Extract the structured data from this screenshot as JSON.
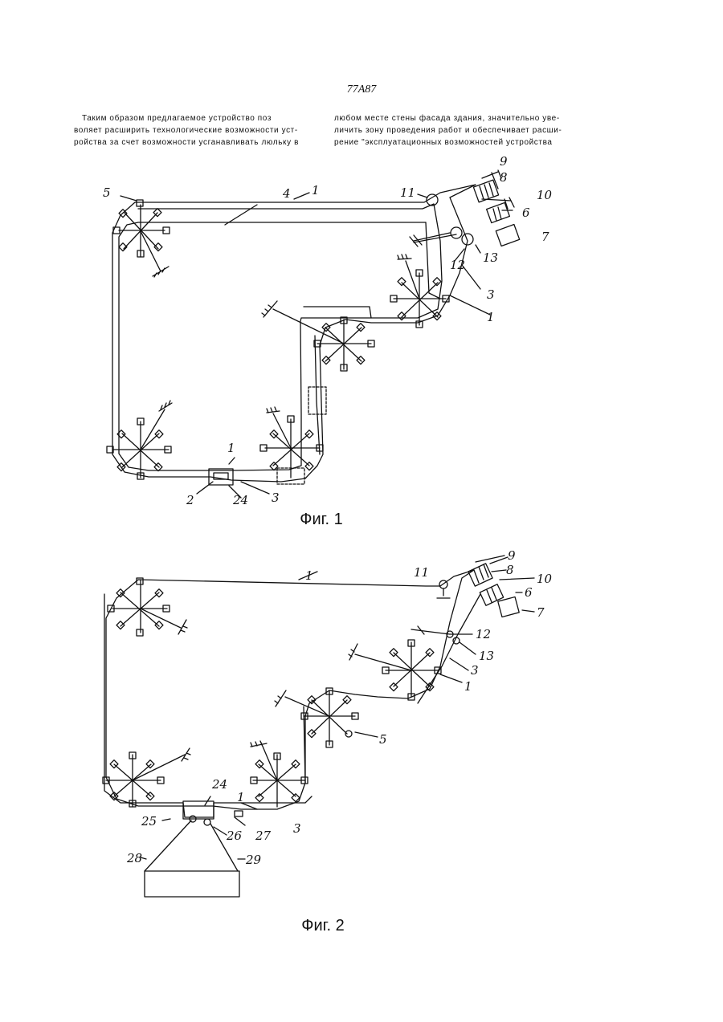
{
  "page_number": "77А87",
  "text_left": [
    "Таким образом предлагаемое устройство поз",
    "воляет расширить технологические возможности уст-",
    "ройства за счет возможности усганавливать люльку в"
  ],
  "text_right": [
    "любом месте стены фасада здания, значительно уве-",
    "личить зону проведения работ и обеспечивает расши-",
    "рение \"эксплуатационных возможностей устройства"
  ],
  "fig1": {
    "caption": "Фиг. 1",
    "labels": {
      "l5": "5",
      "l4": "4",
      "l1a": "1",
      "l11": "11",
      "l9": "9",
      "l8": "8",
      "l10": "10",
      "l6": "6",
      "l7": "7",
      "l12": "12",
      "l13": "13",
      "l3a": "3",
      "l1b": "1",
      "l1c": "1",
      "l2": "2",
      "l24": "24",
      "l3b": "3"
    }
  },
  "fig2": {
    "caption": "Фиг. 2",
    "labels": {
      "l1a": "1",
      "l11": "11",
      "l9": "9",
      "l8": "8",
      "l10": "10",
      "l6": "6",
      "l7": "7",
      "l12": "12",
      "l13": "13",
      "l3a": "3",
      "l1b": "1",
      "l5": "5",
      "l24": "24",
      "l1c": "1",
      "l25": "25",
      "l26": "26",
      "l27": "27",
      "l3b": "3",
      "l28": "28",
      "l29": "29"
    }
  }
}
